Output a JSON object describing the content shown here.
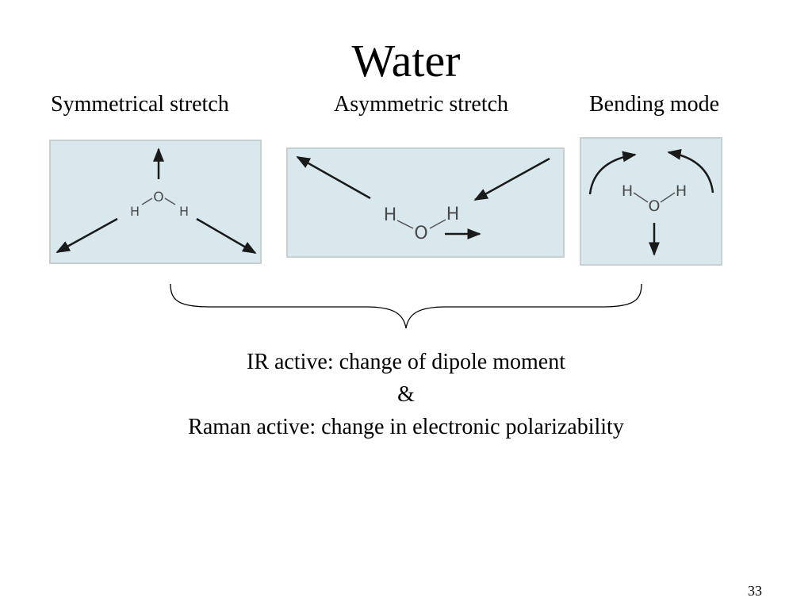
{
  "title": "Water",
  "modes": [
    {
      "label": "Symmetrical stretch",
      "atoms": {
        "o": "O",
        "h1": "H",
        "h2": "H"
      }
    },
    {
      "label": "Asymmetric stretch",
      "atoms": {
        "o": "O",
        "h1": "H",
        "h2": "H"
      }
    },
    {
      "label": "Bending mode",
      "atoms": {
        "o": "O",
        "h1": "H",
        "h2": "H"
      }
    }
  ],
  "summary": {
    "line1": "IR active: change of dipole moment",
    "line2": "&",
    "line3": "Raman active: change in electronic polarizability"
  },
  "page_number": "33",
  "colors": {
    "panel_background": "#d8e8ec",
    "arrow": "#1a1a1a"
  }
}
